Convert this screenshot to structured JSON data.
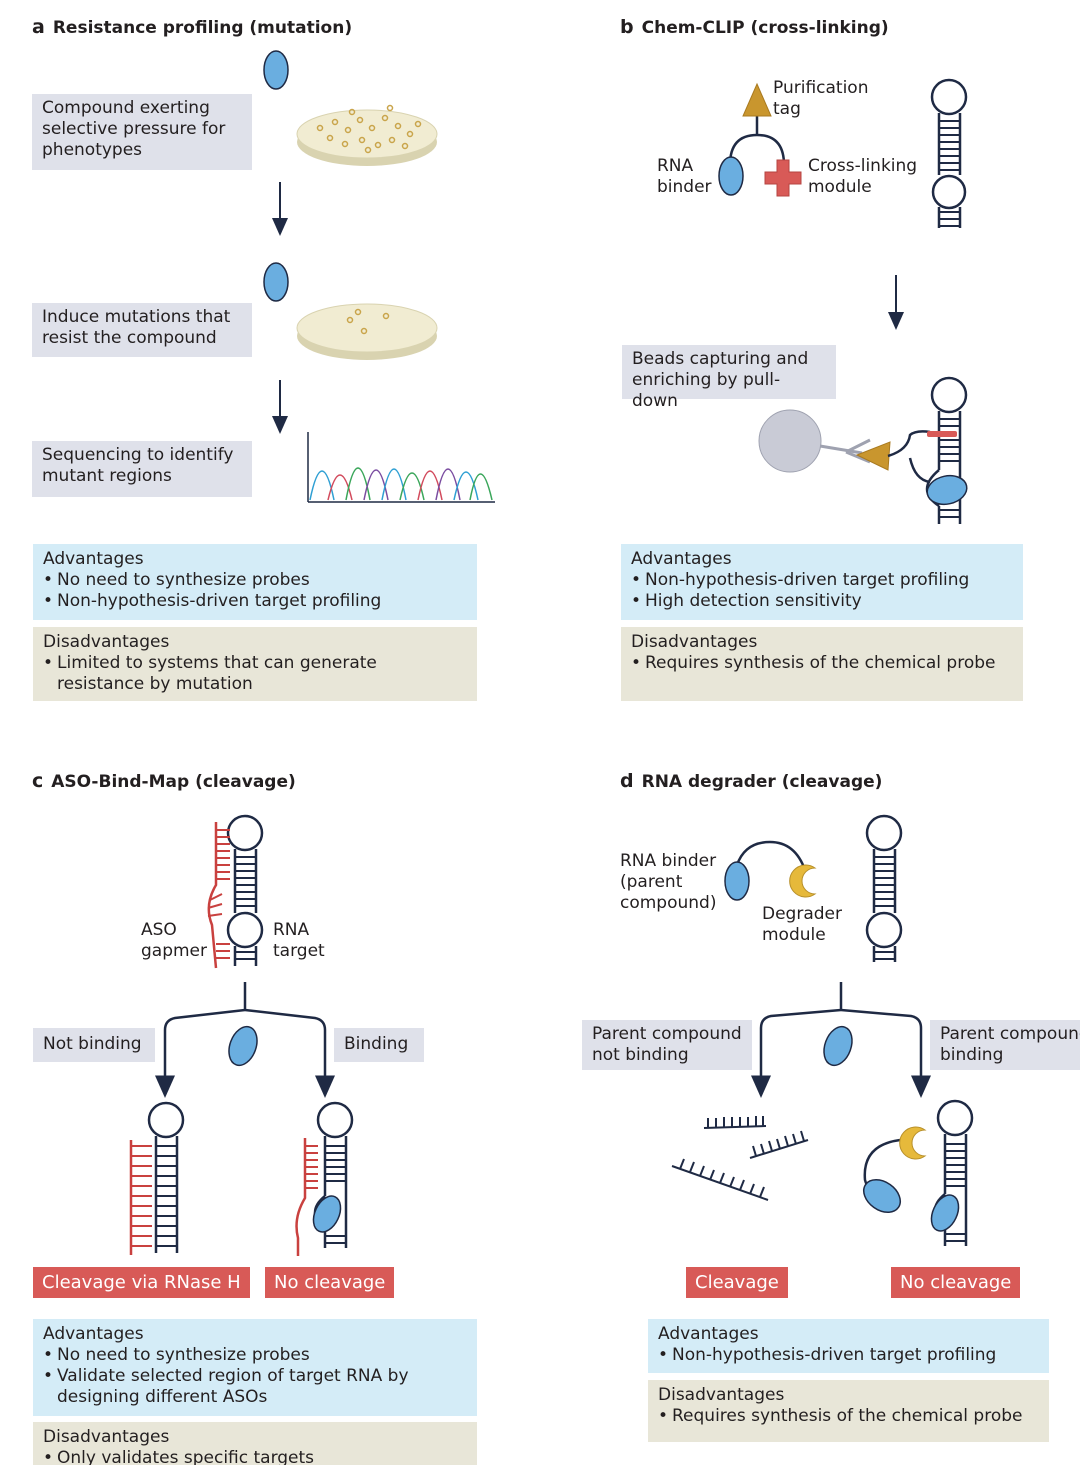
{
  "panel_a": {
    "letter": "a",
    "title": "Resistance profiling (mutation)",
    "step1": "Compound exerting\nselective pressure for\nphenotypes",
    "step2": "Induce mutations that\nresist the compound",
    "step3": "Sequencing to identify\nmutant regions",
    "adv_title": "Advantages",
    "adv_items": [
      "No need to synthesize probes",
      "Non-hypothesis-driven target profiling"
    ],
    "dis_title": "Disadvantages",
    "dis_items": [
      "Limited to systems that can generate resistance by mutation"
    ]
  },
  "panel_b": {
    "letter": "b",
    "title": "Chem-CLIP (cross-linking)",
    "purification_tag": "Purification\ntag",
    "rna_binder": "RNA\nbinder",
    "cross_linking": "Cross-linking\nmodule",
    "step2": "Beads capturing and\nenriching by pull-down",
    "adv_title": "Advantages",
    "adv_items": [
      "Non-hypothesis-driven target profiling",
      "High detection sensitivity"
    ],
    "dis_title": "Disadvantages",
    "dis_items": [
      "Requires synthesis of the chemical probe"
    ]
  },
  "panel_c": {
    "letter": "c",
    "title": "ASO-Bind-Map (cleavage)",
    "aso": "ASO\ngapmer",
    "rna_target": "RNA\ntarget",
    "not_binding": "Not binding",
    "binding": "Binding",
    "cleavage": "Cleavage via RNase H",
    "no_cleavage": "No cleavage",
    "adv_title": "Advantages",
    "adv_items": [
      "No need to synthesize probes",
      "Validate selected region of target RNA by designing different ASOs"
    ],
    "dis_title": "Disadvantages",
    "dis_items": [
      "Only validates specific targets"
    ]
  },
  "panel_d": {
    "letter": "d",
    "title": "RNA degrader (cleavage)",
    "rna_binder": "RNA binder\n(parent\ncompound)",
    "degrader": "Degrader\nmodule",
    "not_binding": "Parent compound\nnot binding",
    "binding": "Parent compound\nbinding",
    "cleavage": "Cleavage",
    "no_cleavage": "No cleavage",
    "adv_title": "Advantages",
    "adv_items": [
      "Non-hypothesis-driven target profiling"
    ],
    "dis_title": "Disadvantages",
    "dis_items": [
      "Requires synthesis of the chemical probe"
    ]
  },
  "colors": {
    "label_gray": "#dfe1ea",
    "advantages_blue": "#d4ecf7",
    "disadvantages_beige": "#e8e6d8",
    "cleavage_red": "#d85a57",
    "compound_blue": "#6aaee0",
    "tag_gold": "#c9962e",
    "rna_navy": "#1f2a44",
    "aso_red": "#c9413f"
  }
}
